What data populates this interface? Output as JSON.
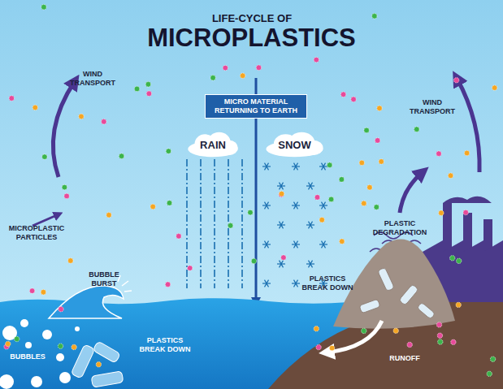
{
  "diagram": {
    "title": "MICROPLASTICS",
    "nodes": [
      {
        "text": [
          "MICRO MATERIAL RETURNING TO EARTH"
        ]
      },
      {
        "text": [
          "RAIN"
        ]
      },
      {
        "text": [
          "SNOW"
        ]
      }
    ],
    "labels": [
      "LIFE-CYCLE OF",
      "WIND TRANSPORT",
      "WIND TRANSPORT",
      "MICROPLASTIC PARTICLES",
      "PLASTIC DEGRADATION",
      "BUBBLE BURST",
      "PLASTICS BREAK DOWN",
      "PLASTICS BREAK DOWN",
      "BUBBLES",
      "RUNOFF"
    ]
  }
}
